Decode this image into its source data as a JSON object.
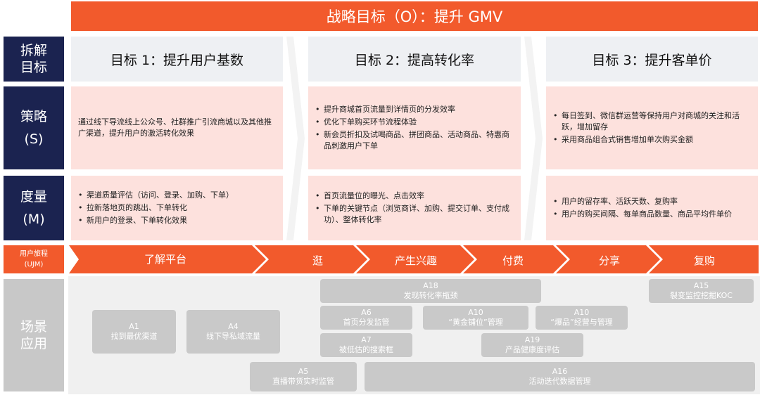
{
  "header": {
    "title": "战略目标（O）：提升 GMV"
  },
  "row_labels": {
    "decompose": [
      "拆解",
      "目标"
    ],
    "strategy": [
      "策略",
      "(S)"
    ],
    "measure": [
      "度量",
      "(M)"
    ],
    "ujm": [
      "用户旅程",
      "(UJM)"
    ],
    "scene": [
      "场景",
      "应用"
    ]
  },
  "goals": [
    {
      "title": "目标 1：提升用户基数",
      "strategy_text": "通过线下导流线上公众号、社群推广引流商城以及其他推广渠道，提升用户的激活转化效果",
      "measures": [
        "渠道质量评估（访问、登录、加购、下单）",
        "拉新落地页的跳出、下单转化",
        "新用户的登录、下单转化效果"
      ]
    },
    {
      "title": "目标 2：提高转化率",
      "strategies": [
        "提升商城首页流量到详情页的分发效率",
        "优化下单购买环节流程体验",
        "新会员折扣及试喝商品、拼团商品、活动商品、特惠商品刺激用户下单"
      ],
      "measures": [
        "首页流量位的曝光、点击效率",
        "下单的关键节点（浏览商详、加购、提交订单、支付成功）、整体转化率"
      ]
    },
    {
      "title": "目标 3：提升客单价",
      "strategies": [
        "每日签到、微信群运营等保持用户对商城的关注和活跃，增加留存",
        "采用商品组合式销售增加单次购买金额"
      ],
      "measures": [
        "用户的留存率、活跃天数、复购率",
        "用户的购买间隔、每单商品数量、商品平均件单价"
      ]
    }
  ],
  "journey": [
    "了解平台",
    "逛",
    "产生兴趣",
    "付费",
    "分享",
    "复购"
  ],
  "cards": {
    "a18": {
      "code": "A18",
      "label": "发现转化率瓶颈"
    },
    "a15": {
      "code": "A15",
      "label": "裂变监控挖掘KOC"
    },
    "a6": {
      "code": "A6",
      "label": "首页分发监管"
    },
    "a10a": {
      "code": "A10",
      "label": "“黄金铺位”管理"
    },
    "a10b": {
      "code": "A10",
      "label": "“爆品”经营与管理"
    },
    "a1": {
      "code": "A1",
      "label": "找到最优渠道"
    },
    "a4": {
      "code": "A4",
      "label": "线下导私域流量"
    },
    "a7": {
      "code": "A7",
      "label": "被低估的搜索框"
    },
    "a19": {
      "code": "A19",
      "label": "产品健康度评估"
    },
    "a5": {
      "code": "A5",
      "label": "直播带货实时监管"
    },
    "a16": {
      "code": "A16",
      "label": "活动迭代数据管理"
    }
  },
  "colors": {
    "accent": "#f25a2c",
    "navy": "#1b2350",
    "pink": "#fde1dd",
    "goal_bg": "#eef0f3",
    "card": "#c9c9c9"
  }
}
